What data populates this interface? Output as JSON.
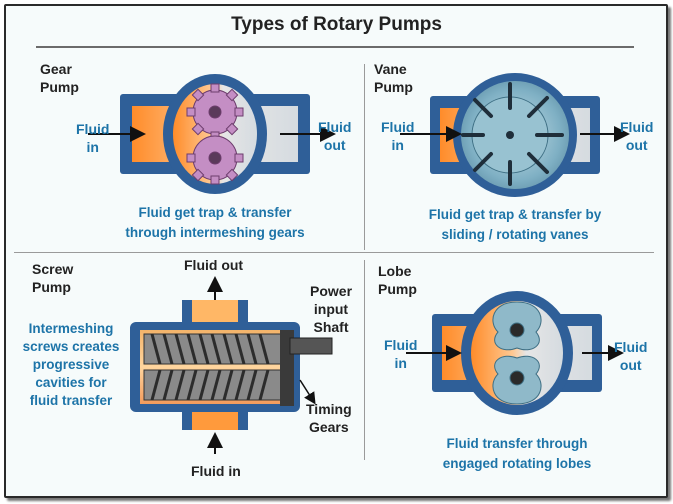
{
  "title": "Types of Rotary Pumps",
  "gear": {
    "name_line1": "Gear",
    "name_line2": "Pump",
    "fluid_in_1": "Fluid",
    "fluid_in_2": "in",
    "fluid_out_1": "Fluid",
    "fluid_out_2": "out",
    "caption_1": "Fluid get trap & transfer",
    "caption_2": "through intermeshing gears"
  },
  "vane": {
    "name_line1": "Vane",
    "name_line2": "Pump",
    "fluid_in_1": "Fluid",
    "fluid_in_2": "in",
    "fluid_out_1": "Fluid",
    "fluid_out_2": "out",
    "caption_1": "Fluid get trap & transfer by",
    "caption_2": "sliding / rotating vanes"
  },
  "screw": {
    "name_line1": "Screw",
    "name_line2": "Pump",
    "fluid_out": "Fluid out",
    "fluid_in": "Fluid in",
    "power_1": "Power",
    "power_2": "input",
    "power_3": "Shaft",
    "timing_1": "Timing",
    "timing_2": "Gears",
    "desc_1": "Intermeshing",
    "desc_2": "screws creates",
    "desc_3": "progressive",
    "desc_4": "cavities for",
    "desc_5": "fluid transfer"
  },
  "lobe": {
    "name_line1": "Lobe",
    "name_line2": "Pump",
    "fluid_in_1": "Fluid",
    "fluid_in_2": "in",
    "fluid_out_1": "Fluid",
    "fluid_out_2": "out",
    "caption_1": "Fluid transfer through",
    "caption_2": "engaged rotating lobes"
  },
  "colors": {
    "casing": "#2f5f98",
    "fluid_hot": "#ff9a3c",
    "fluid_warm": "#ffd7a8",
    "fluid_cool": "#d8dde0",
    "gear": "#c48ec4",
    "rotor": "#8fb9c9",
    "text_blue": "#1d74a8"
  }
}
